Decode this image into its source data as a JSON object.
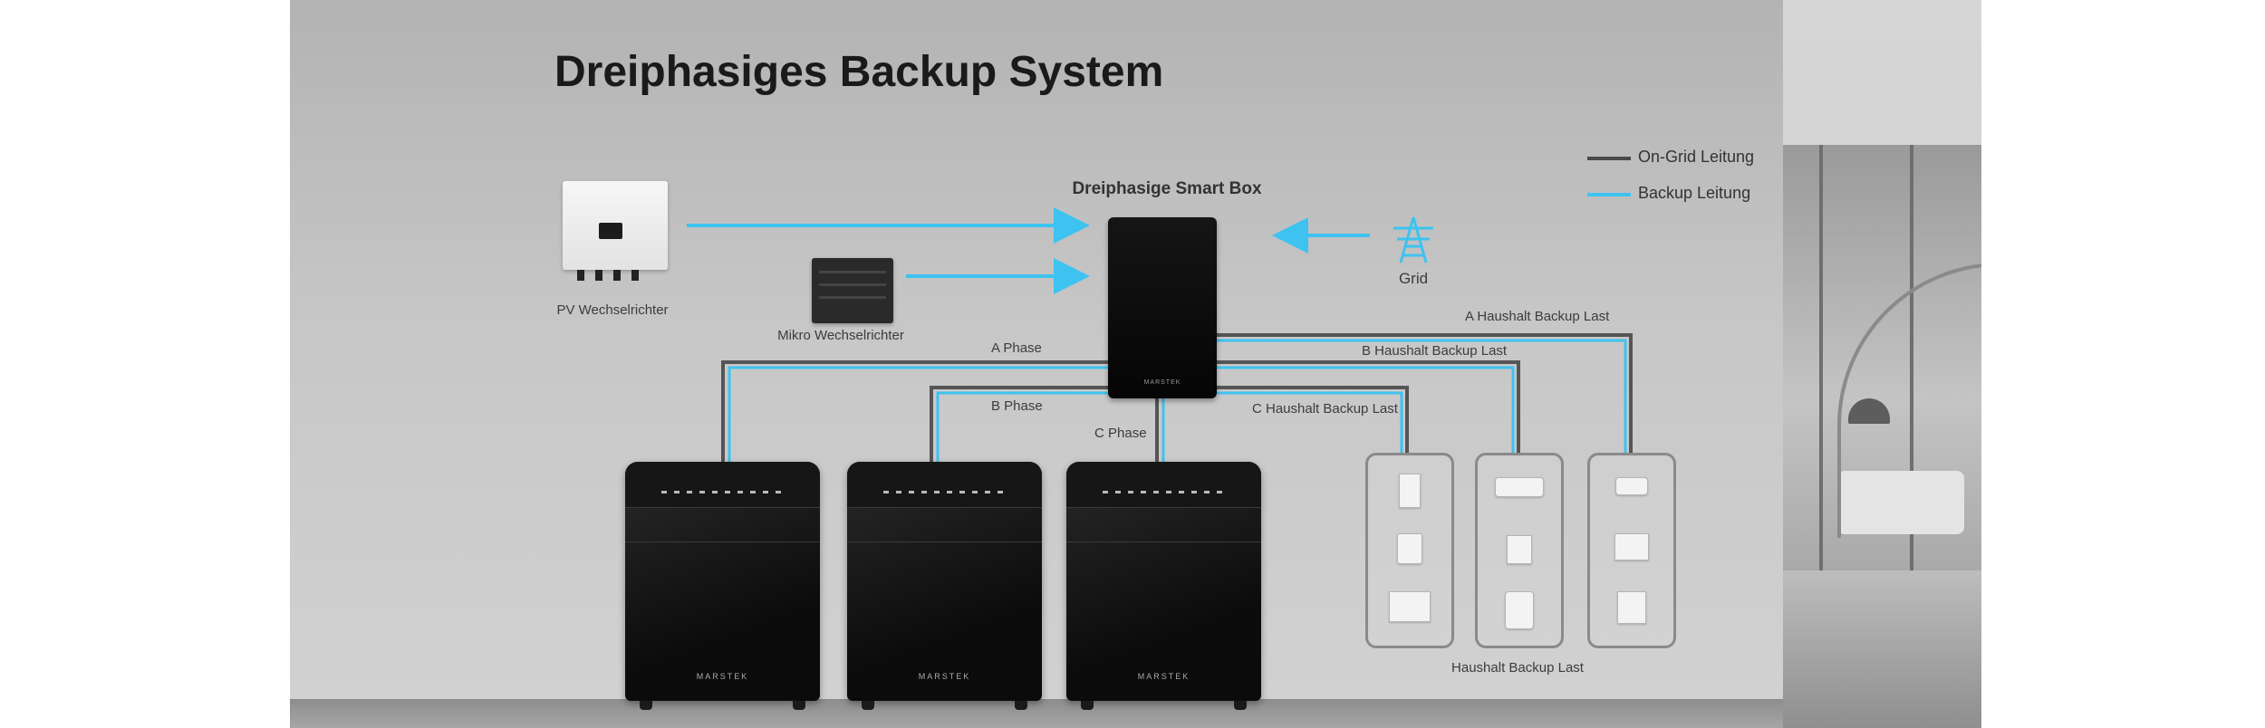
{
  "title": "Dreiphasiges Backup System",
  "legend": {
    "on_grid": "On-Grid Leitung",
    "backup": "Backup Leitung",
    "on_grid_color": "#4a4a4a",
    "backup_color": "#3ec3f0"
  },
  "devices": {
    "smart_box": "Dreiphasige Smart Box",
    "pv_inverter": "PV Wechselrichter",
    "micro_inverter": "Mikro Wechselrichter",
    "grid": "Grid",
    "brand": "MARSTEK"
  },
  "phases": {
    "a": "A Phase",
    "b": "B Phase",
    "c": "C Phase"
  },
  "loads": {
    "a": "A Haushalt Backup Last",
    "b": "B Haushalt Backup Last",
    "c": "C Haushalt Backup Last",
    "group": "Haushalt Backup Last"
  },
  "icons": {
    "grid": "power-tower-icon",
    "appliances": [
      "intercom-icon",
      "air-conditioner-icon",
      "router-icon",
      "washing-machine-icon",
      "socket-icon",
      "monitor-icon",
      "microwave-icon",
      "water-heater-icon",
      "tablet-icon"
    ]
  }
}
